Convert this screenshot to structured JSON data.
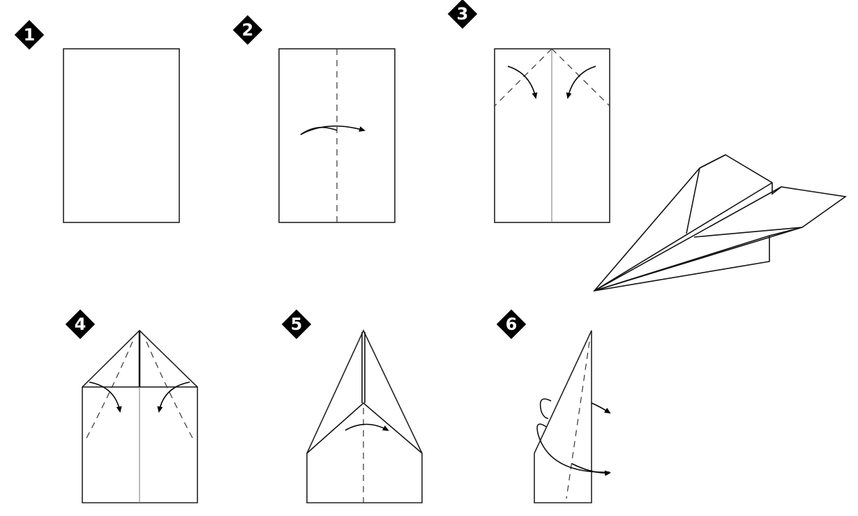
{
  "steps": [
    {
      "number": "1"
    },
    {
      "number": "2"
    },
    {
      "number": "3"
    },
    {
      "number": "4"
    },
    {
      "number": "5"
    },
    {
      "number": "6"
    }
  ],
  "colors": {
    "badge": "#000000",
    "line": "#111111"
  }
}
